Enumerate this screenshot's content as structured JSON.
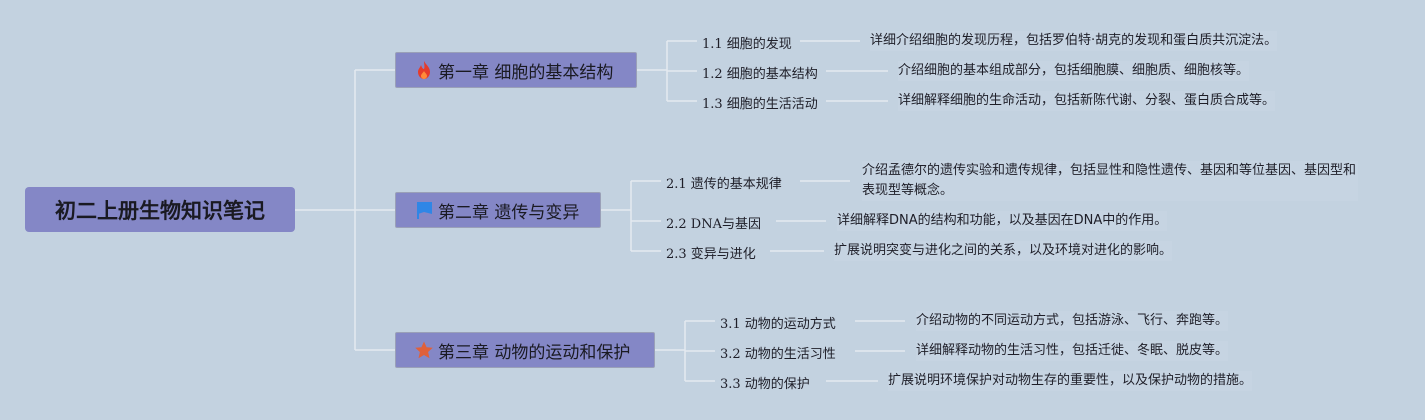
{
  "root": {
    "title": "初二上册生物知识笔记"
  },
  "chapters": [
    {
      "title": "第一章 细胞的基本结构",
      "icon": "fire-icon",
      "sections": [
        {
          "label": "1.1 细胞的发现",
          "desc": "详细介绍细胞的发现历程，包括罗伯特·胡克的发现和蛋白质共沉淀法。"
        },
        {
          "label": "1.2 细胞的基本结构",
          "desc": "介绍细胞的基本组成部分，包括细胞膜、细胞质、细胞核等。"
        },
        {
          "label": "1.3 细胞的生活活动",
          "desc": "详细解释细胞的生命活动，包括新陈代谢、分裂、蛋白质合成等。"
        }
      ]
    },
    {
      "title": "第二章 遗传与变异",
      "icon": "flag-icon",
      "sections": [
        {
          "label": "2.1 遗传的基本规律",
          "desc": "介绍孟德尔的遗传实验和遗传规律，包括显性和隐性遗传、基因和等位基因、基因型和表现型等概念。"
        },
        {
          "label": "2.2 DNA与基因",
          "desc": "详细解释DNA的结构和功能，以及基因在DNA中的作用。"
        },
        {
          "label": "2.3 变异与进化",
          "desc": "扩展说明突变与进化之间的关系，以及环境对进化的影响。"
        }
      ]
    },
    {
      "title": "第三章 动物的运动和保护",
      "icon": "star-icon",
      "sections": [
        {
          "label": "3.1 动物的运动方式",
          "desc": "介绍动物的不同运动方式，包括游泳、飞行、奔跑等。"
        },
        {
          "label": "3.2 动物的生活习性",
          "desc": "详细解释动物的生活习性，包括迁徙、冬眠、脱皮等。"
        },
        {
          "label": "3.3 动物的保护",
          "desc": "扩展说明环境保护对动物生存的重要性，以及保护动物的措施。"
        }
      ]
    }
  ],
  "colors": {
    "background": "#c3d2e0",
    "node_fill": "#8487c6",
    "connector": "#e4eaf0",
    "fire": "#e53b2c",
    "flag": "#2f86e6",
    "star": "#e0603a"
  }
}
